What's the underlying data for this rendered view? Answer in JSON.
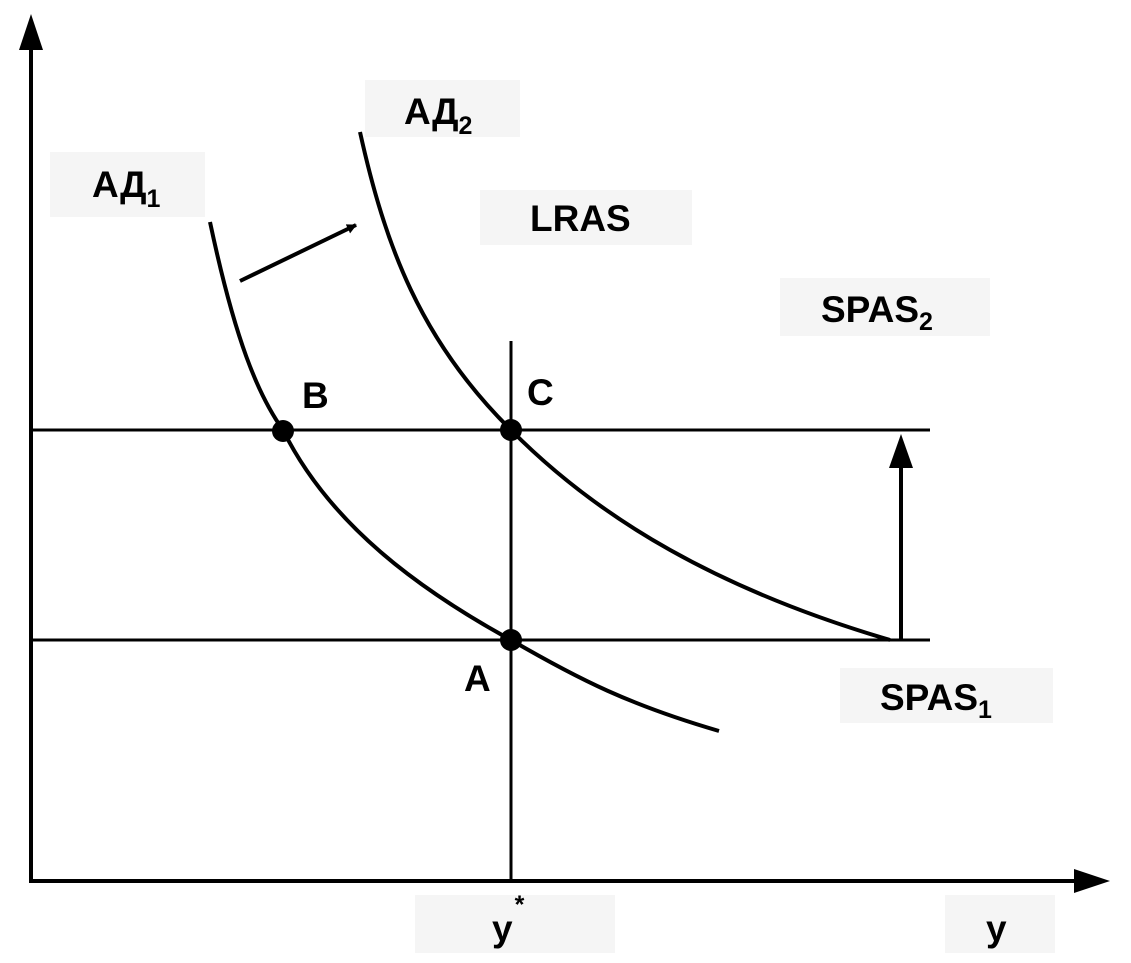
{
  "diagram": {
    "labels": {
      "ad1": {
        "main": "АД",
        "sub": "1"
      },
      "ad2": {
        "main": "АД",
        "sub": "2"
      },
      "lras": "LRAS",
      "spas2": {
        "main": "SPAS",
        "sub": "2"
      },
      "spas1": {
        "main": "SPAS",
        "sub": "1"
      },
      "point_b": "B",
      "point_c": "C",
      "point_a": "A",
      "y_star": {
        "main": "y",
        "sup": "*"
      },
      "x_axis": "y"
    },
    "colors": {
      "ink": "#000000",
      "label_bg": "#f5f5f5",
      "background": "#ffffff"
    }
  }
}
